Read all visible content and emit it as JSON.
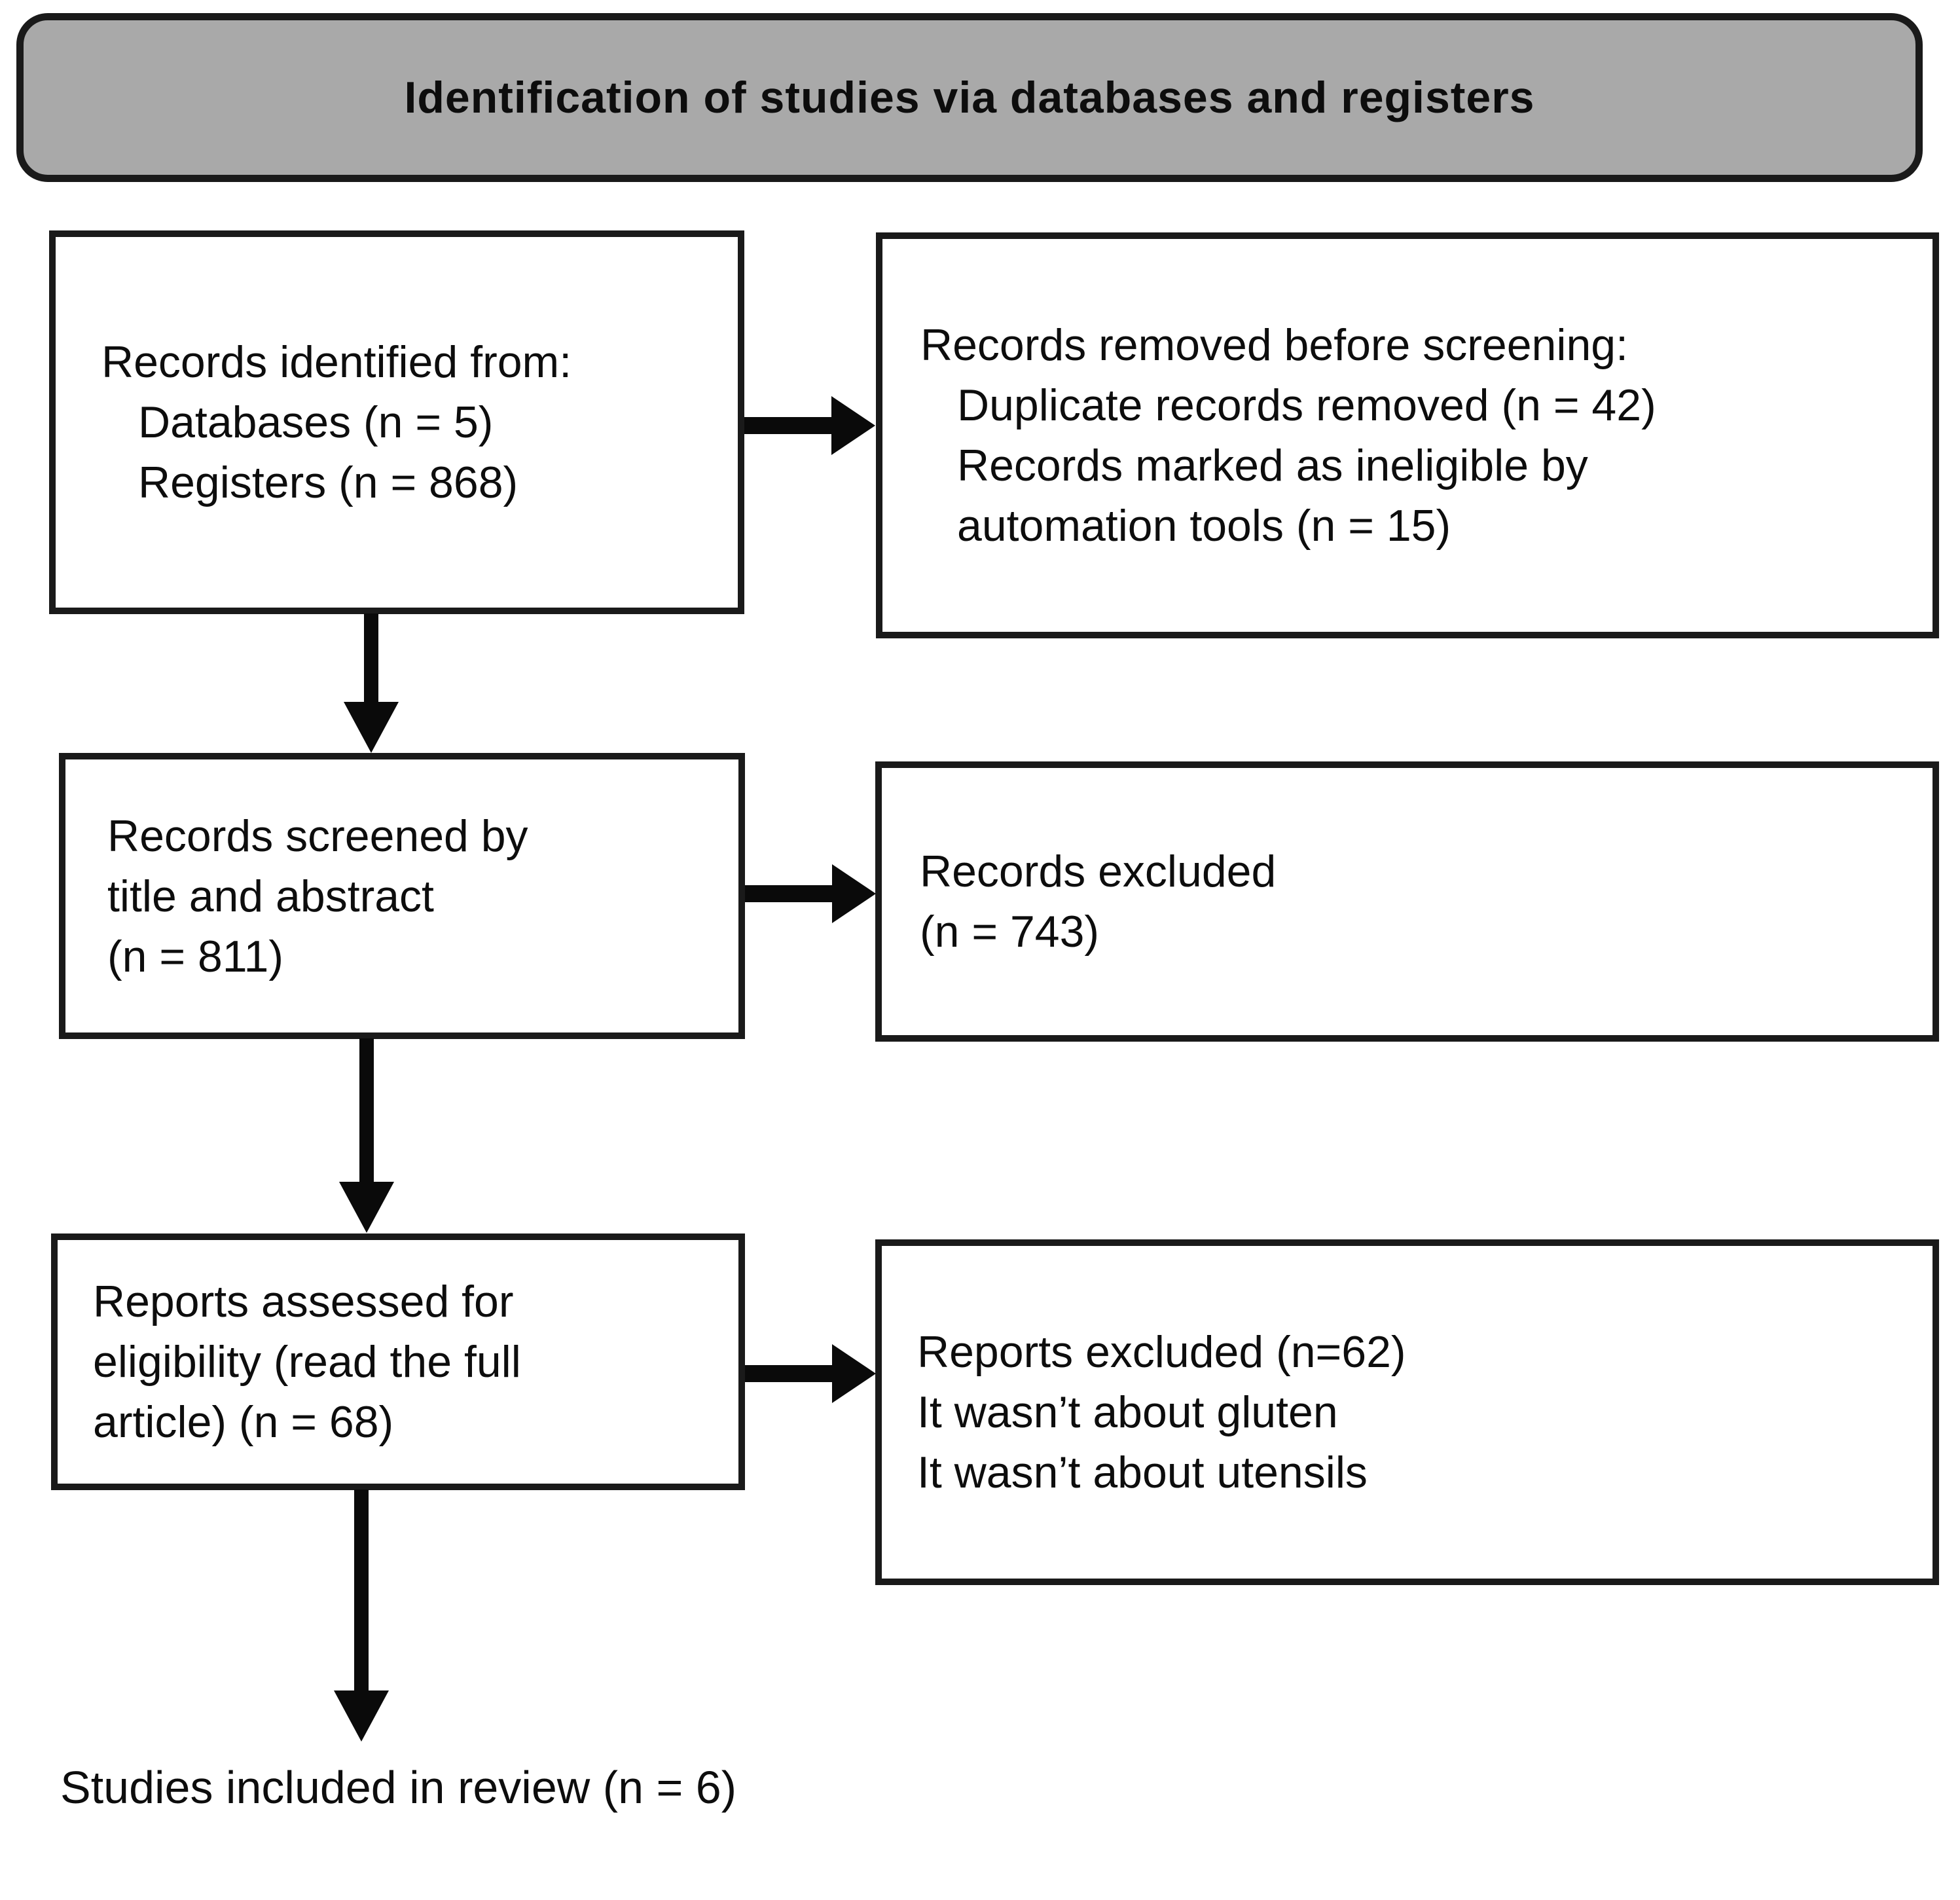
{
  "title": "Identification of studies via databases and registers",
  "colors": {
    "title_bg": "#a9a9a9",
    "border": "#1a1a1a",
    "text": "#0d0d0d",
    "background": "#ffffff",
    "arrow": "#0a0a0a"
  },
  "boxes": {
    "identified": {
      "lines": [
        {
          "t": "Records identified from:",
          "ind": false
        },
        {
          "t": "Databases (n = 5)",
          "ind": true
        },
        {
          "t": "Registers (n = 868)",
          "ind": true
        }
      ]
    },
    "removed_before_screening": {
      "lines": [
        {
          "t": "Records removed before screening:",
          "ind": false
        },
        {
          "t": "Duplicate records removed (n = 42)",
          "ind": true
        },
        {
          "t": "Records marked as ineligible by",
          "ind": true
        },
        {
          "t": "automation tools (n = 15)",
          "ind": true
        }
      ]
    },
    "screened": {
      "lines": [
        {
          "t": "Records screened by",
          "ind": false
        },
        {
          "t": "title and abstract",
          "ind": false
        },
        {
          "t": "(n = 811)",
          "ind": false
        }
      ]
    },
    "records_excluded": {
      "lines": [
        {
          "t": "Records excluded",
          "ind": false
        },
        {
          "t": "(n = 743)",
          "ind": false
        }
      ]
    },
    "assessed": {
      "lines": [
        {
          "t": "Reports assessed for",
          "ind": false
        },
        {
          "t": "eligibility (read the full",
          "ind": false
        },
        {
          "t": "article) (n = 68)",
          "ind": false
        }
      ]
    },
    "reports_excluded": {
      "lines": [
        {
          "t": "Reports excluded (n=62)",
          "ind": false
        },
        {
          "t": "It wasn’t about gluten",
          "ind": false
        },
        {
          "t": "It wasn’t about utensils",
          "ind": false
        }
      ]
    }
  },
  "included": {
    "text": "Studies included in review (n = 6)"
  }
}
